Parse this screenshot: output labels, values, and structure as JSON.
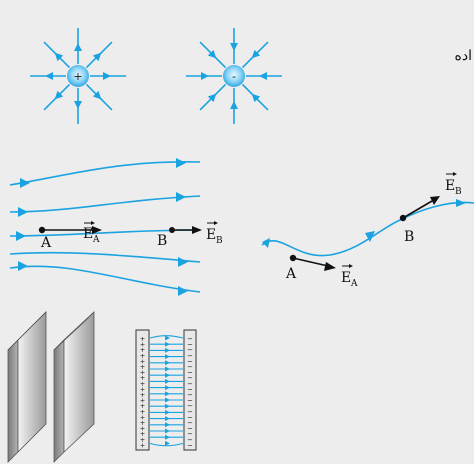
{
  "page": {
    "background": "#ededed",
    "field_color": "#1aa3e0",
    "text_color": "#111111"
  },
  "header_text": "اده",
  "charges": {
    "positive": {
      "sign": "+",
      "arrows": "outward"
    },
    "negative": {
      "sign": "-",
      "arrows": "inward"
    }
  },
  "nonuniform_field": {
    "point_a": {
      "label": "A",
      "vector": "E",
      "subscript": "A"
    },
    "point_b": {
      "label": "B",
      "vector": "E",
      "subscript": "B"
    }
  },
  "curved_line": {
    "point_a": {
      "label": "A",
      "vector": "E",
      "subscript": "A"
    },
    "point_b": {
      "label": "B",
      "vector": "E",
      "subscript": "B"
    }
  },
  "capacitor": {
    "positive_plate_signs": [
      "+",
      "+",
      "+",
      "+",
      "+",
      "+",
      "+",
      "+",
      "+",
      "+",
      "+",
      "+",
      "+",
      "+",
      "+",
      "+",
      "+",
      "+",
      "+",
      "+"
    ],
    "negative_plate_signs": [
      "−",
      "−",
      "−",
      "−",
      "−",
      "−",
      "−",
      "−",
      "−",
      "−",
      "−",
      "−",
      "−",
      "−",
      "−",
      "−",
      "−",
      "−",
      "−",
      "−"
    ]
  }
}
